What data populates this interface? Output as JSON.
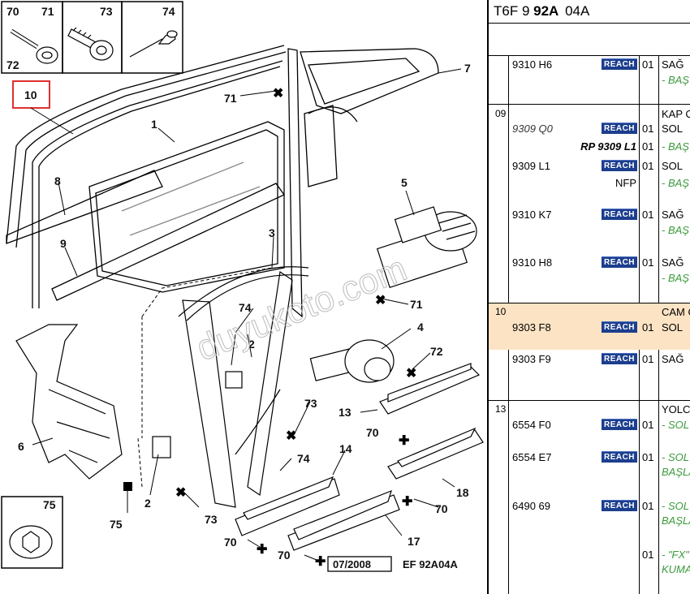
{
  "diagram": {
    "callouts": [
      "70",
      "71",
      "73",
      "74",
      "72",
      "10",
      "1",
      "8",
      "9",
      "71",
      "7",
      "5",
      "3",
      "74",
      "71",
      "2",
      "4",
      "72",
      "6",
      "73",
      "13",
      "70",
      "14",
      "74",
      "75",
      "73",
      "18",
      "70",
      "70",
      "17",
      "70",
      "75",
      "2"
    ],
    "footer_date": "07/2008",
    "footer_ref": "EF 92A04A",
    "watermark": "duyukoto.com"
  },
  "table": {
    "code_prefix": "T6F 9",
    "code_bold": "92A",
    "code_suffix": "04A",
    "reach_label": "REACH",
    "rows": [
      {
        "group": "",
        "ref": "9310 H6",
        "italic": false,
        "qty": "01",
        "desc": "SAĞ",
        "sub": "- BAŞ"
      },
      {
        "group": "09",
        "ref": "",
        "italic": false,
        "qty": "",
        "desc": "KAP C",
        "sub": ""
      },
      {
        "group": "",
        "ref": "9309 Q0",
        "italic": true,
        "qty": "01",
        "desc": "SOL",
        "sub": ""
      },
      {
        "group": "",
        "ref": "RP 9309 L1",
        "italic": true,
        "qty": "01",
        "desc": "",
        "sub": "- BAŞ"
      },
      {
        "group": "",
        "ref": "9309 L1",
        "italic": false,
        "qty": "01",
        "desc": "SOL",
        "sub": ""
      },
      {
        "group": "",
        "ref": "NFP",
        "italic": false,
        "qty": "",
        "desc": "",
        "sub": "- BAŞ"
      },
      {
        "group": "",
        "ref": "9310 K7",
        "italic": false,
        "qty": "01",
        "desc": "SAĞ",
        "sub": "- BAŞ"
      },
      {
        "group": "",
        "ref": "9310 H8",
        "italic": false,
        "qty": "01",
        "desc": "SAĞ",
        "sub": "- BAŞ"
      },
      {
        "group": "10",
        "ref": "",
        "italic": false,
        "qty": "",
        "desc": "CAM C",
        "sub": ""
      },
      {
        "group": "",
        "ref": "9303 F8",
        "italic": false,
        "qty": "01",
        "desc": "SOL",
        "sub": ""
      },
      {
        "group": "",
        "ref": "9303 F9",
        "italic": false,
        "qty": "01",
        "desc": "SAĞ",
        "sub": ""
      },
      {
        "group": "13",
        "ref": "",
        "italic": false,
        "qty": "",
        "desc": "YOLC",
        "sub": ""
      },
      {
        "group": "",
        "ref": "6554 F0",
        "italic": false,
        "qty": "01",
        "desc": "",
        "sub": "- SOL"
      },
      {
        "group": "",
        "ref": "6554 E7",
        "italic": false,
        "qty": "01",
        "desc": "",
        "sub": "- SOL"
      },
      {
        "group": "",
        "ref": "",
        "italic": false,
        "qty": "",
        "desc": "",
        "sub": "BAŞLA"
      },
      {
        "group": "",
        "ref": "6490 69",
        "italic": false,
        "qty": "01",
        "desc": "",
        "sub": "- SOL"
      },
      {
        "group": "",
        "ref": "",
        "italic": false,
        "qty": "",
        "desc": "",
        "sub": "BAŞLA"
      },
      {
        "group": "",
        "ref": "",
        "italic": false,
        "qty": "01",
        "desc": "",
        "sub": "- \"FX\""
      },
      {
        "group": "",
        "ref": "",
        "italic": false,
        "qty": "",
        "desc": "",
        "sub": "KUMA"
      }
    ]
  }
}
